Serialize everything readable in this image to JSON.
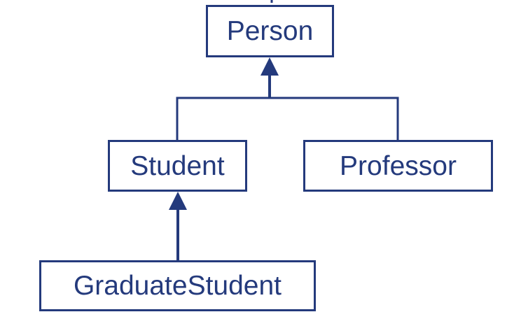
{
  "diagram": {
    "colors": {
      "stroke": "#243a7c",
      "text": "#243a7c",
      "background": "#ffffff"
    },
    "classes": {
      "person": "Person",
      "student": "Student",
      "professor": "Professor",
      "graduate_student": "GraduateStudent"
    },
    "relationships": [
      {
        "from": "Student",
        "to": "Person",
        "type": "inheritance"
      },
      {
        "from": "Professor",
        "to": "Person",
        "type": "inheritance"
      },
      {
        "from": "GraduateStudent",
        "to": "Student",
        "type": "inheritance"
      }
    ]
  }
}
